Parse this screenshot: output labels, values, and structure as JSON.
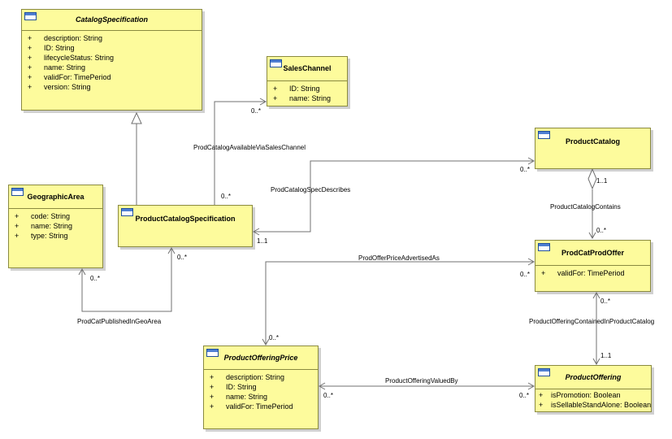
{
  "classes": {
    "catalog_specification": {
      "name": "CatalogSpecification",
      "attributes": [
        {
          "vis": "+",
          "text": "description: String"
        },
        {
          "vis": "+",
          "text": "ID: String"
        },
        {
          "vis": "+",
          "text": "lifecycleStatus: String"
        },
        {
          "vis": "+",
          "text": "name: String"
        },
        {
          "vis": "+",
          "text": "validFor: TimePeriod"
        },
        {
          "vis": "+",
          "text": "version: String"
        }
      ]
    },
    "sales_channel": {
      "name": "SalesChannel",
      "attributes": [
        {
          "vis": "+",
          "text": "ID: String"
        },
        {
          "vis": "+",
          "text": "name: String"
        }
      ]
    },
    "product_catalog": {
      "name": "ProductCatalog",
      "attributes": []
    },
    "geographic_area": {
      "name": "GeographicArea",
      "attributes": [
        {
          "vis": "+",
          "text": "code: String"
        },
        {
          "vis": "+",
          "text": "name: String"
        },
        {
          "vis": "+",
          "text": "type: String"
        }
      ]
    },
    "product_catalog_specification": {
      "name": "ProductCatalogSpecification",
      "attributes": []
    },
    "prod_cat_prod_offer": {
      "name": "ProdCatProdOffer",
      "attributes": [
        {
          "vis": "+",
          "text": "validFor: TimePeriod"
        }
      ]
    },
    "product_offering_price": {
      "name": "ProductOfferingPrice",
      "attributes": [
        {
          "vis": "+",
          "text": "description: String"
        },
        {
          "vis": "+",
          "text": "ID: String"
        },
        {
          "vis": "+",
          "text": "name: String"
        },
        {
          "vis": "+",
          "text": "validFor: TimePeriod"
        }
      ]
    },
    "product_offering": {
      "name": "ProductOffering",
      "attributes": [
        {
          "vis": "+",
          "text": "isPromotion: Boolean"
        },
        {
          "vis": "+",
          "text": "isSellableStandAlone: Boolean"
        }
      ]
    }
  },
  "associations": {
    "available_via_sales_channel": "ProdCatalogAvailableViaSalesChannel",
    "spec_describes": "ProdCatalogSpecDescribes",
    "catalog_contains": "ProductCatalogContains",
    "published_in_geo_area": "ProdCatPublishedInGeoArea",
    "price_advertised_as": "ProdOfferPriceAdvertisedAs",
    "offering_contained": "ProductOfferingContainedInProductCatalog",
    "offering_valued_by": "ProductOfferingValuedBy"
  },
  "multiplicities": {
    "sales_channel_end": "0..*",
    "spec_end_sales": "0..*",
    "catalog_end_spec": "0..*",
    "spec_end_catalog": "1..1",
    "catalog_end_contains": "1..1",
    "prodoffer_end_contains": "0..*",
    "geo_end": "0..*",
    "spec_end_geo": "0..*",
    "prodoffer_end_price": "0..*",
    "price_end_prodoffer": "0..*",
    "prodoffer_end_offering": "0..*",
    "offering_end_prodoffer": "1..1",
    "price_end_offering": "0..*",
    "offering_end_price": "0..*"
  }
}
